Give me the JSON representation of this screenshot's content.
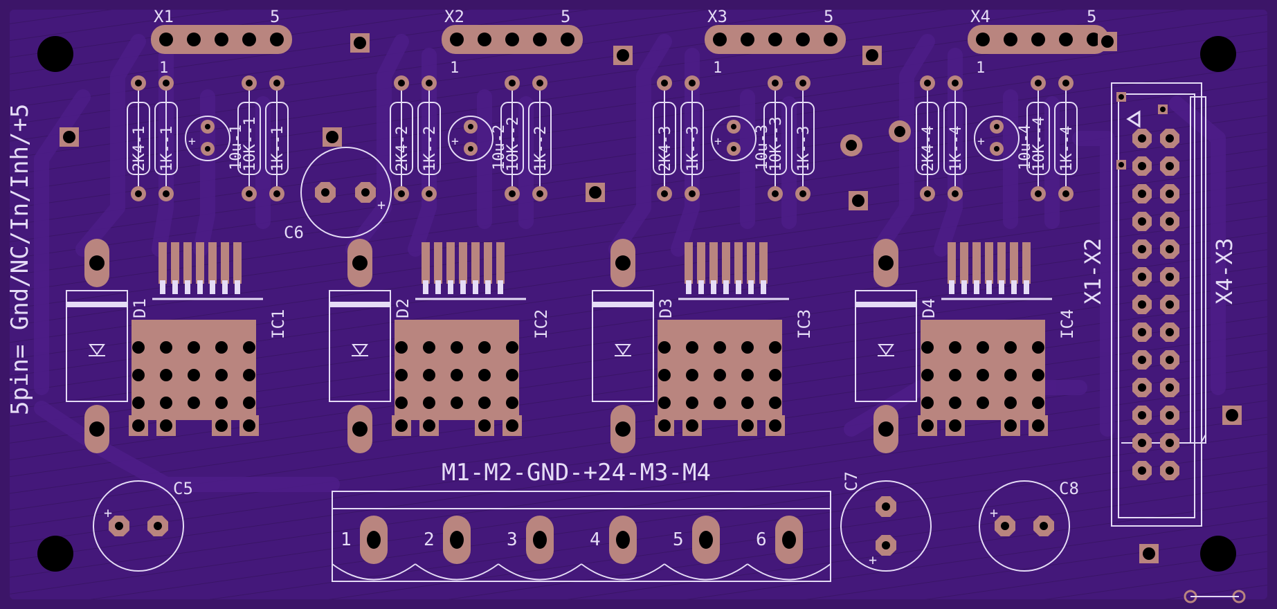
{
  "board": {
    "colors": {
      "substrate": "#3c1568",
      "copper": "#44187a",
      "trace": "#4d1d88",
      "pad": "#b9857f",
      "silk": "#e5dcf6",
      "hole": "#000000"
    }
  },
  "connectors": {
    "x1": {
      "label": "X1",
      "pin_end": "5",
      "pin_start": "1"
    },
    "x2": {
      "label": "X2",
      "pin_end": "5",
      "pin_start": "1"
    },
    "x3": {
      "label": "X3",
      "pin_end": "5",
      "pin_start": "1"
    },
    "x4": {
      "label": "X4",
      "pin_end": "5",
      "pin_start": "1"
    }
  },
  "side_note": "5pin= Gnd/NC/In/Inh/+5",
  "channels": [
    {
      "r1": "2K4-1",
      "r2": "1K--1",
      "cap": "10u-1",
      "r3": "10K--1",
      "r4": "1K--1",
      "diode": "D1",
      "ic": "IC1"
    },
    {
      "r1": "2K4-2",
      "r2": "1K--2",
      "cap": "10u-2",
      "r3": "10K--2",
      "r4": "1K--2",
      "diode": "D2",
      "ic": "IC2"
    },
    {
      "r1": "2K4-3",
      "r2": "1K--3",
      "cap": "10u-3",
      "r3": "10K--3",
      "r4": "1K--3",
      "diode": "D3",
      "ic": "IC3"
    },
    {
      "r1": "2K4-4",
      "r2": "1K--4",
      "cap": "10u-4",
      "r3": "10K--4",
      "r4": "1K--4",
      "diode": "D4",
      "ic": "IC4"
    }
  ],
  "capacitors": {
    "c5": "C5",
    "c6": "C6",
    "c7": "C7",
    "c8": "C8",
    "polarity": "+"
  },
  "terminal": {
    "title": "M1-M2-GND-+24-M3-M4",
    "pins": [
      "1",
      "2",
      "3",
      "4",
      "5",
      "6"
    ]
  },
  "header": {
    "label_left": "X1-X2",
    "label_right": "X4-X3"
  }
}
